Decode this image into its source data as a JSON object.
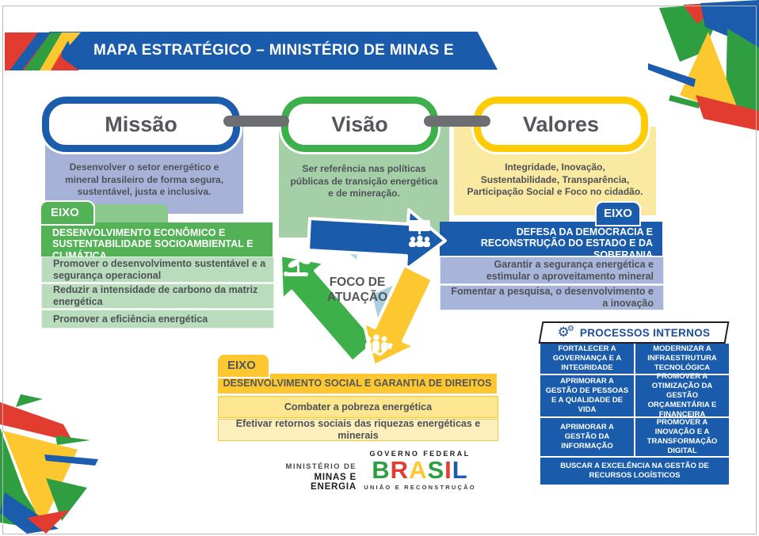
{
  "banner": {
    "title": "MAPA ESTRATÉGICO – MINISTÉRIO DE MINAS E ENERGIA"
  },
  "pillars": [
    {
      "label": "Missão",
      "description": "Desenvolver o setor energético e mineral brasileiro de forma segura, sustentável, justa e inclusiva.",
      "accent_color": "#1b5cad",
      "panel_color": "#a6b2d8"
    },
    {
      "label": "Visão",
      "description": "Ser referência nas políticas públicas de transição energética e de mineração.",
      "accent_color": "#3cb04a",
      "panel_color": "#a4cfa7"
    },
    {
      "label": "Valores",
      "description": "Integridade, Inovação, Sustentabilidade, Transparência, Participação Social e Foco no cidadão.",
      "accent_color": "#ffcb05",
      "panel_color": "#fae9a1"
    }
  ],
  "eixos": {
    "economic": {
      "tag": "EIXO",
      "title": "DESENVOLVIMENTO ECONÔMICO E SUSTENTABILIDADE SOCIOAMBIENTAL E CLIMÁTICA",
      "color": "#53b156",
      "items": [
        "Promover o desenvolvimento sustentável e a segurança operacional",
        "Reduzir a intensidade de carbono da matriz energética",
        "Promover a eficiência energética"
      ]
    },
    "democracy": {
      "tag": "EIXO",
      "title": "DEFESA DA DEMOCRACIA E RECONSTRUÇÃO DO ESTADO E DA SOBERANIA",
      "color": "#1a5cab",
      "items": [
        "Garantir a segurança energética e estimular o aproveitamento mineral",
        "Fomentar a pesquisa, o desenvolvimento e a inovação"
      ]
    },
    "social": {
      "tag": "EIXO",
      "title": "DESENVOLVIMENTO SOCIAL E GARANTIA DE DIREITOS",
      "color": "#fdc82f",
      "items": [
        "Combater a pobreza energética",
        "Efetivar retornos sociais das riquezas energéticas e minerais"
      ]
    }
  },
  "focus": {
    "label": "FOCO DE ATUAÇÃO"
  },
  "internal_processes": {
    "header": "PROCESSOS INTERNOS",
    "gear_glyph": "⚙",
    "icon": "gears-icon",
    "cell_color": "#1a5cab",
    "cells": [
      "FORTALECER A GOVERNANÇA E A INTEGRIDADE",
      "MODERNIZAR A INFRAESTRUTURA TECNOLÓGICA",
      "APRIMORAR A GESTÃO DE PESSOAS E A QUALIDADE DE VIDA",
      "PROMOVER A OTIMIZAÇÃO DA GESTÃO ORÇAMENTÁRIA E FINANCEIRA",
      "APRIMORAR A GESTÃO DA INFORMAÇÃO",
      "PROMOVER A INOVAÇÃO E A TRANSFORMAÇÃO DIGITAL",
      "BUSCAR A EXCELÊNCIA NA GESTÃO DE RECURSOS LOGÍSTICOS"
    ]
  },
  "footer": {
    "ministry": {
      "line1": "MINISTÉRIO DE",
      "line2": "MINAS E ENERGIA"
    },
    "gov": {
      "top": "GOVERNO FEDERAL",
      "letters": [
        "B",
        "R",
        "A",
        "S",
        "I",
        "L"
      ],
      "bottom": "UNIÃO E RECONSTRUÇÃO"
    }
  },
  "icons": {
    "focus_green": "hand-plant-icon",
    "focus_blue": "presentation-people-icon",
    "focus_yellow": "people-growth-icon"
  }
}
